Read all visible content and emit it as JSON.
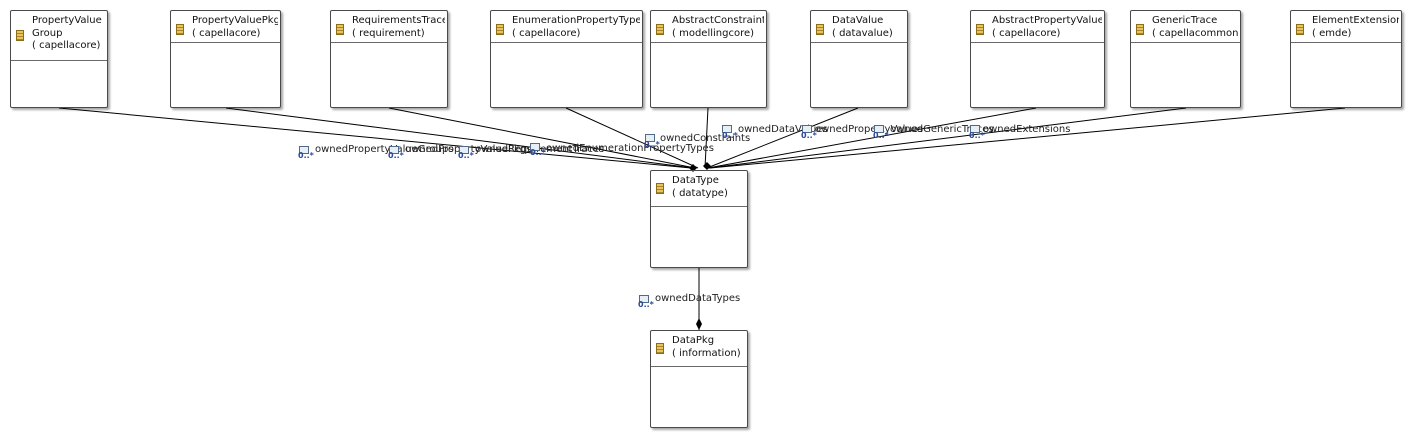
{
  "classes": [
    {
      "id": "pvg",
      "name": "PropertyValue\nGroup",
      "pkg": "( capellacore)",
      "color": "grey"
    },
    {
      "id": "pvp",
      "name": "PropertyValuePkg",
      "pkg": "( capellacore)",
      "color": "grey"
    },
    {
      "id": "rt",
      "name": "RequirementsTrace",
      "pkg": "( requirement)",
      "color": "grey"
    },
    {
      "id": "ept",
      "name": "EnumerationPropertyType",
      "pkg": "( capellacore)",
      "color": "grey"
    },
    {
      "id": "ac",
      "name": "AbstractConstraint",
      "pkg": "( modellingcore)",
      "color": "green"
    },
    {
      "id": "dv",
      "name": "DataValue",
      "pkg": "( datavalue)",
      "color": "green"
    },
    {
      "id": "apv",
      "name": "AbstractPropertyValue",
      "pkg": "( capellacore)",
      "color": "green"
    },
    {
      "id": "gt",
      "name": "GenericTrace",
      "pkg": "( capellacommon)",
      "color": "grey"
    },
    {
      "id": "ee",
      "name": "ElementExtension",
      "pkg": "( emde)",
      "color": "green"
    },
    {
      "id": "dt",
      "name": "DataType",
      "pkg": "( datatype)",
      "color": "green"
    },
    {
      "id": "dp",
      "name": "DataPkg",
      "pkg": "( information)",
      "color": "grey"
    }
  ],
  "edge_labels": [
    {
      "text": "ownedPropertyValueGroups",
      "mult": "0..*"
    },
    {
      "text": "ownedPropertyValuePkgs",
      "mult": "0..*"
    },
    {
      "text": "ownedRequirementTraces",
      "mult": "0..*"
    },
    {
      "text": "ownedEnumerationPropertyTypes",
      "mult": "0..*"
    },
    {
      "text": "ownedConstraints",
      "mult": "0..*"
    },
    {
      "text": "ownedDataValues",
      "mult": "0..*"
    },
    {
      "text": "ownedPropertyValues",
      "mult": "0..*"
    },
    {
      "text": "ownedGenericTraces",
      "mult": "0..*"
    },
    {
      "text": "ownedExtensions",
      "mult": "0..*"
    },
    {
      "text": "ownedDataTypes",
      "mult": "0..*"
    }
  ]
}
